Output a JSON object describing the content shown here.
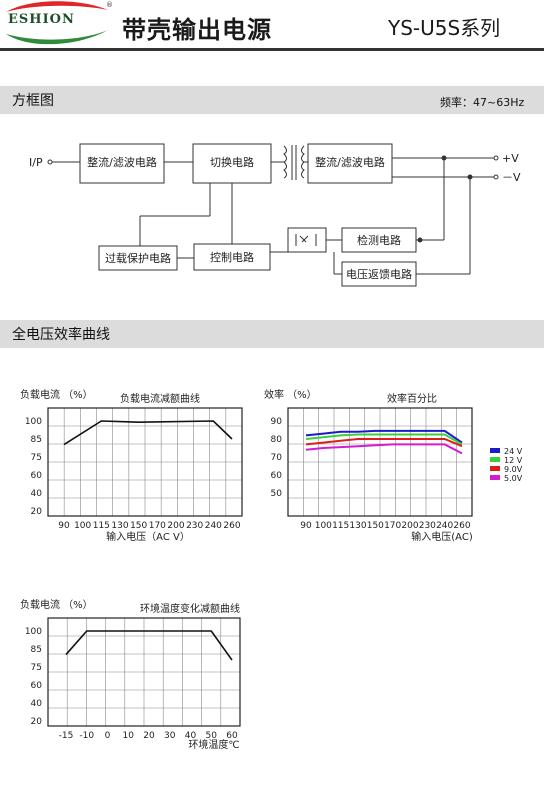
{
  "header": {
    "logo_text": "ESHION",
    "logo_mark": "®",
    "title": "带壳输出电源",
    "model": "YS-U5S系列",
    "colors": {
      "logo_red": "#e0262b",
      "logo_green": "#2f8a3a"
    }
  },
  "block_diagram": {
    "section_title": "方框图",
    "frequency": "频率：47~63Hz",
    "input_label": "I/P",
    "blocks": {
      "rect_filter_in": "整流/滤波电路",
      "switching": "切换电路",
      "rect_filter_out": "整流/滤波电路",
      "overload": "过载保护电路",
      "control": "控制电路",
      "detection": "检测电路",
      "voltage_feedback": "电压返馈电路"
    },
    "outputs": [
      "+V",
      "－V"
    ]
  },
  "efficiency_section": {
    "section_title": "全电压效率曲线"
  },
  "charts": {
    "chart_data": [
      {
        "type": "line",
        "title": "负载电流减额曲线",
        "ylabel": "负载电流 （%）",
        "xlabel": "输入电压（AC V）",
        "x_ticks": [
          "90",
          "100",
          "115",
          "130",
          "150",
          "170",
          "200",
          "230",
          "240",
          "260"
        ],
        "y_ticks": [
          "100",
          "85",
          "75",
          "60",
          "40",
          "20"
        ],
        "series": [
          {
            "x": [
              "90",
              "115",
              "150",
              "240",
              "260"
            ],
            "y": [
              80,
              100,
              99,
              100,
              85
            ]
          }
        ]
      },
      {
        "type": "line",
        "title": "效率百分比",
        "ylabel": "效率 （%）",
        "xlabel": "输入电压(AC)",
        "x_ticks": [
          "90",
          "100",
          "115",
          "130",
          "150",
          "170",
          "200",
          "230",
          "240",
          "260"
        ],
        "y_ticks": [
          "90",
          "80",
          "70",
          "60",
          "50"
        ],
        "series": [
          {
            "name": "24 V",
            "color": "#1b1bcc",
            "values": [
              82,
              83,
              84,
              84,
              84.5,
              84.5,
              84.5,
              84.5,
              84.5,
              78
            ]
          },
          {
            "name": "12 V",
            "color": "#3ccf3c",
            "values": [
              80,
              81,
              82,
              82.5,
              82.5,
              82.5,
              82.5,
              82.5,
              82.5,
              77
            ]
          },
          {
            "name": "9.0V",
            "color": "#e01b1b",
            "values": [
              77,
              78,
              79,
              80,
              80,
              80,
              80,
              80,
              80,
              76
            ]
          },
          {
            "name": "5.0V",
            "color": "#d21bd2",
            "values": [
              74,
              75,
              75.5,
              76,
              76.5,
              77,
              77,
              77,
              77,
              72
            ]
          }
        ]
      },
      {
        "type": "line",
        "title": "环境温度变化减额曲线",
        "ylabel": "负载电流 （%）",
        "xlabel": "环境温度℃",
        "x_ticks": [
          "-15",
          "-10",
          "0",
          "10",
          "20",
          "30",
          "40",
          "50",
          "60"
        ],
        "y_ticks": [
          "100",
          "85",
          "75",
          "60",
          "40",
          "20"
        ],
        "series": [
          {
            "x": [
              "-15",
              "-10",
              "40",
              "50",
              "60"
            ],
            "y": [
              80,
              100,
              100,
              100,
              75
            ]
          }
        ]
      }
    ]
  }
}
